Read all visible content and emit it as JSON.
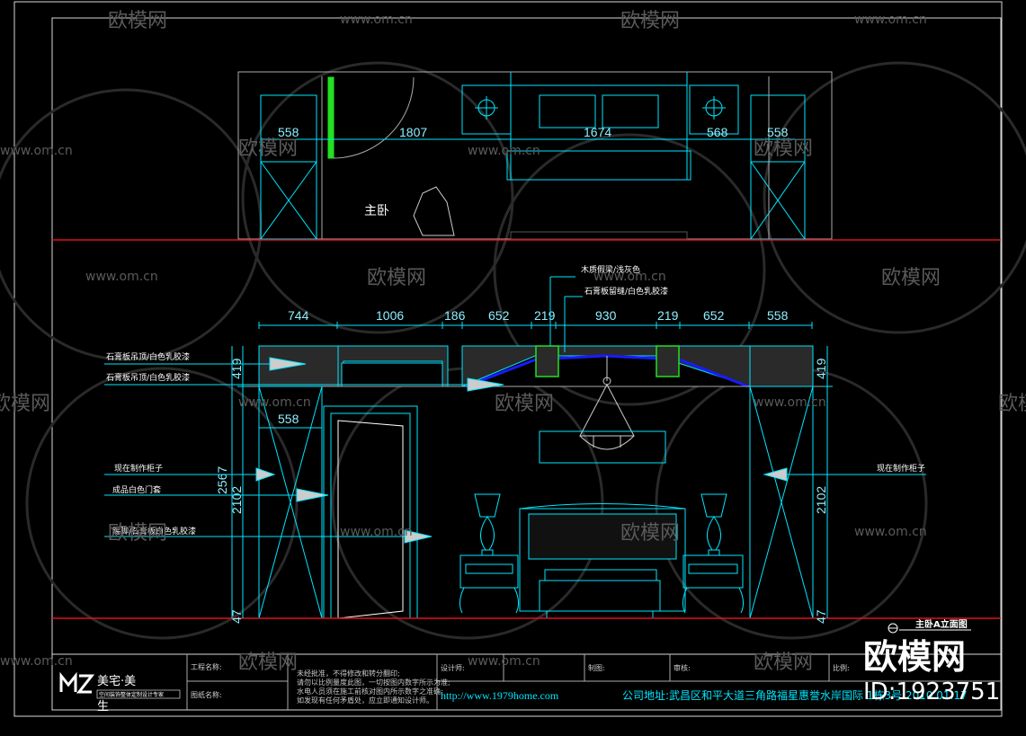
{
  "colors": {
    "background": "#000000",
    "frame": "#d8d8d8",
    "cyan": "#00e6ff",
    "dim_text": "#8ff0ff",
    "floor_line": "#e0101a",
    "ceiling_blue": "#1a1aff",
    "green": "#22e022"
  },
  "watermark": {
    "brand": "欧模网",
    "url": "www.om.cn"
  },
  "plan": {
    "room_label": "主卧",
    "dims": [
      "558",
      "1807",
      "1674",
      "568",
      "558"
    ]
  },
  "elevation": {
    "title": "主卧A立面图",
    "top_dims": [
      "744",
      "1006",
      "186",
      "652",
      "219",
      "930",
      "219",
      "652",
      "558"
    ],
    "left_dims": {
      "ceiling": "419",
      "total": "2567",
      "door": "2102",
      "floor": "47",
      "cabinet_width": "558"
    },
    "right_dims": {
      "ceiling": "419",
      "door": "2102",
      "floor": "47"
    },
    "callouts": {
      "beam": "木质假梁/浅灰色",
      "gypsum_seam": "石膏板留缝/白色乳胶漆",
      "ceiling_a": "石膏板吊顶/白色乳胶漆",
      "ceiling_b": "石膏板吊顶/白色乳胶漆",
      "cabinet_left": "现在制作柜子",
      "door": "成品白色门套",
      "wall": "踢脚/石膏板白色乳胶漆",
      "cabinet_right": "现在制作柜子"
    }
  },
  "title_block": {
    "logo_brand": "美宅·美",
    "logo_sub": "空间装饰整体定制设计专家",
    "logo_tail": "生",
    "project_label": "工程名称:",
    "drawing_label": "图纸名称:",
    "notes": [
      "未经批准，不得修改和转分翻印;",
      "请勿以比例量度此图，一切按图内数字所示为准;",
      "水电人员须在施工前核对图内所示数字之准确;",
      "如发现有任何矛盾处，应立即通知设计师。"
    ],
    "fields": [
      "设计师:",
      "制图:",
      "审核:",
      "比例:"
    ],
    "website": "http://www.1979home.com",
    "address": "公司地址:武昌区和平大道三角路福星惠誉水岸国际 1栋3号 2010.01.17"
  },
  "brand_overlay": {
    "name": "欧模网",
    "id": "ID:1923751"
  }
}
